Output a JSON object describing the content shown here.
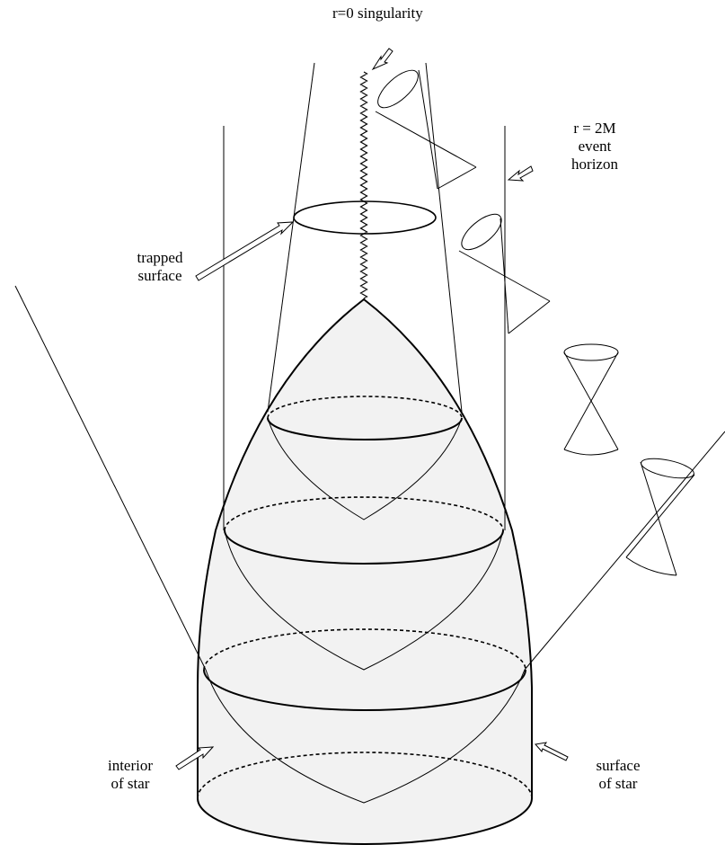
{
  "labels": {
    "singularity": "r=0 singularity",
    "horizon_line1": "r = 2M",
    "horizon_line2": "event",
    "horizon_line3": "horizon",
    "trapped_line1": "trapped",
    "trapped_line2": "surface",
    "interior_line1": "interior",
    "interior_line2": "of star",
    "surface_line1": "surface",
    "surface_line2": "of star"
  },
  "colors": {
    "stroke": "#000000",
    "star_fill": "#f2f2f2",
    "background": "#ffffff"
  }
}
